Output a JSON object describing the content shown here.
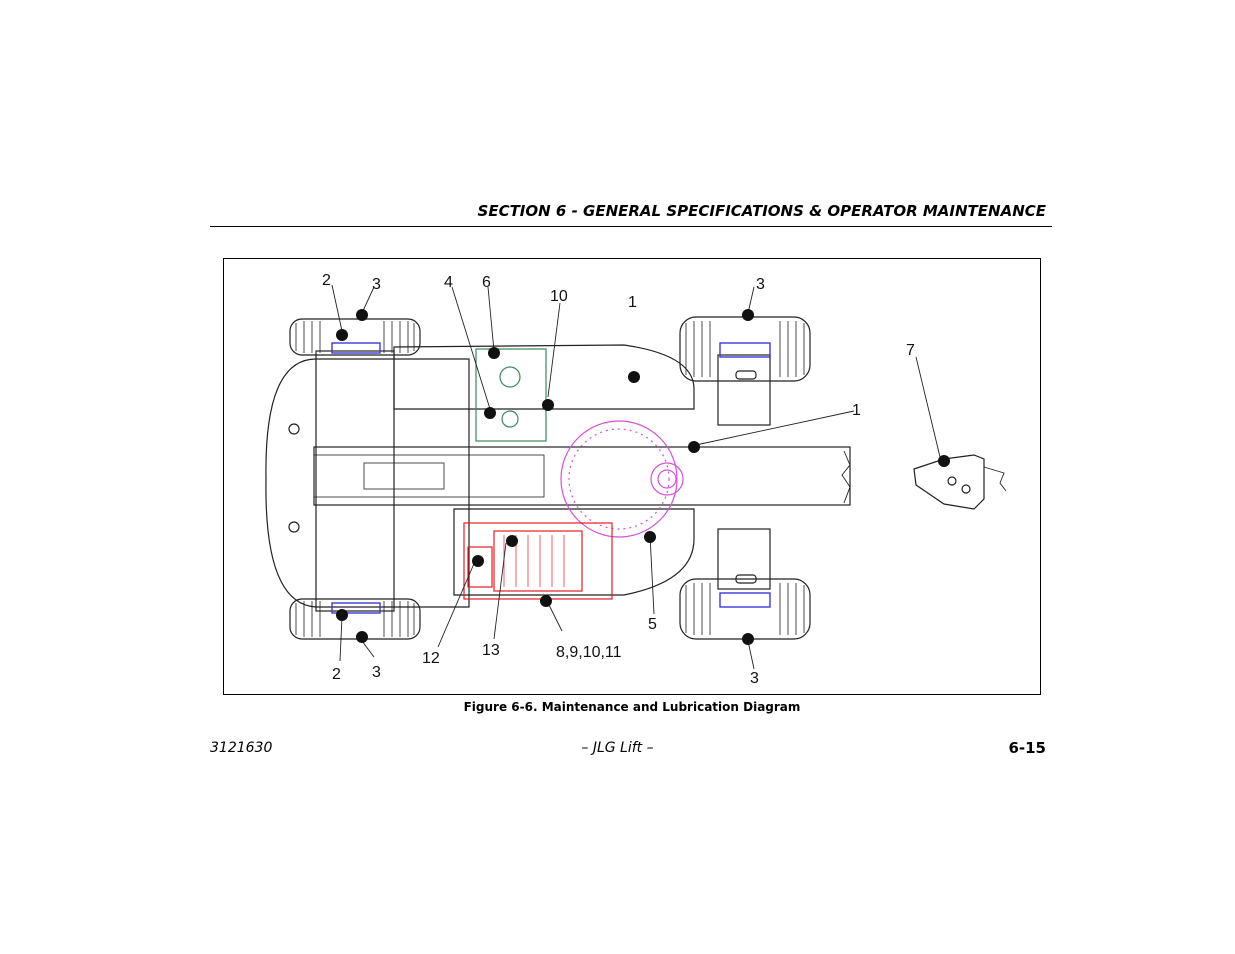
{
  "header": {
    "section_title": "SECTION 6 - GENERAL SPECIFICATIONS & OPERATOR MAINTENANCE"
  },
  "figure": {
    "caption": "Figure 6-6. Maintenance and Lubrication Diagram",
    "callouts": [
      "2",
      "3",
      "4",
      "6",
      "10",
      "1",
      "3",
      "7",
      "1",
      "12",
      "13",
      "8,9,10,11",
      "5",
      "2",
      "3",
      "3"
    ],
    "colors": {
      "engine": "#e21f26",
      "turntable_bearing": "#d94fd9",
      "axle_hubs": "#3b3bd6",
      "tank": "#3a8a5a",
      "outline": "#222222"
    }
  },
  "footer": {
    "doc_number": "3121630",
    "center_text": "– JLG Lift –",
    "page_number": "6-15"
  }
}
